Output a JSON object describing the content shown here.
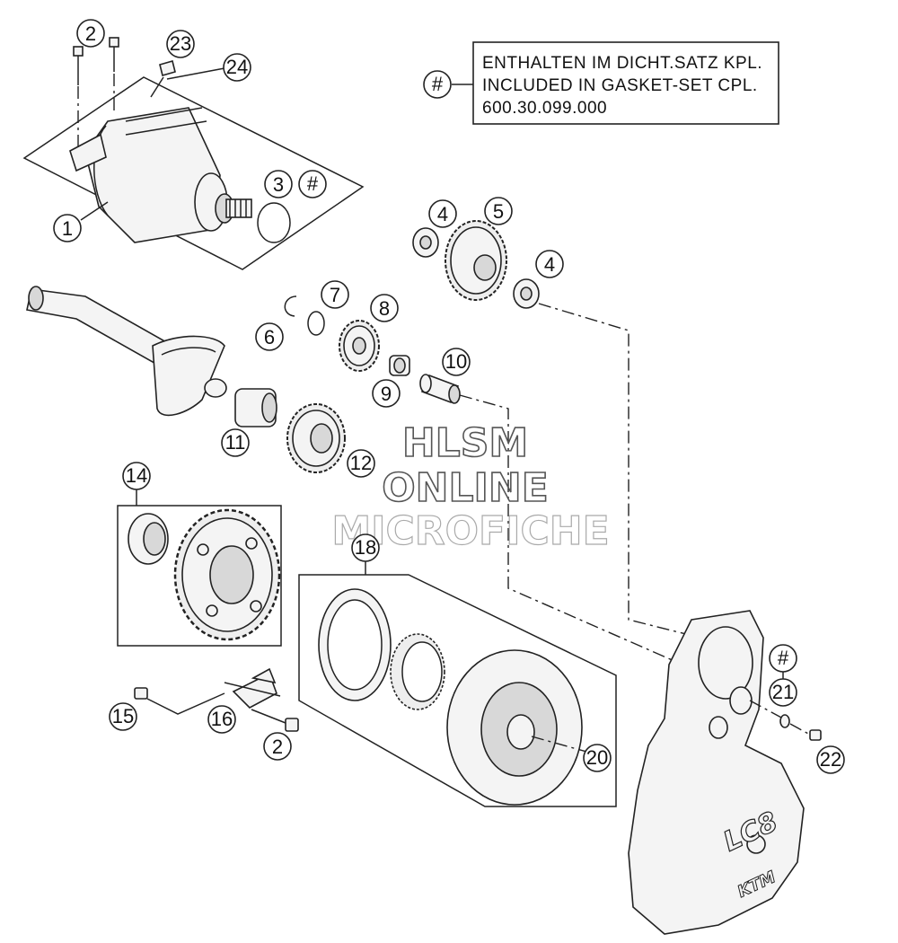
{
  "callouts": [
    "1",
    "2",
    "3",
    "4",
    "5",
    "6",
    "7",
    "8",
    "9",
    "10",
    "11",
    "12",
    "14",
    "15",
    "16",
    "18",
    "20",
    "21",
    "22",
    "23",
    "24",
    "#"
  ],
  "legend": {
    "symbol": "#",
    "line1": "ENTHALTEN IM DICHT.SATZ KPL.",
    "line2": "INCLUDED IN GASKET-SET CPL.",
    "line3": "600.30.099.000"
  },
  "watermark": {
    "line1": "HLSM",
    "line2": "ONLINE",
    "line3": "MICROFICHE"
  },
  "cover_logo": "LC8",
  "cover_brand": "KTM"
}
